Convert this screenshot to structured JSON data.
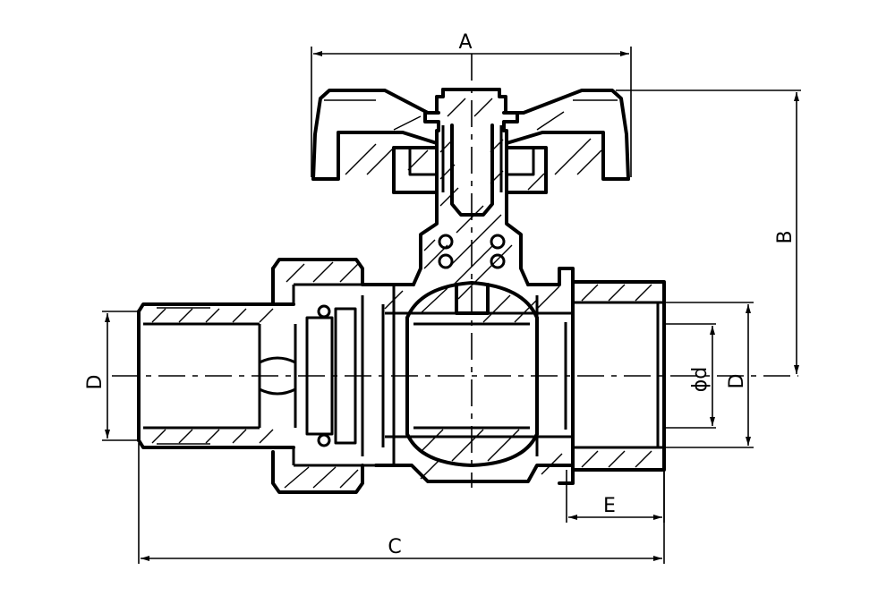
{
  "dimensions": {
    "A": "A",
    "B": "B",
    "C": "C",
    "D_left": "D",
    "D_right": "D",
    "phi_d": "ϕd",
    "E": "E"
  }
}
